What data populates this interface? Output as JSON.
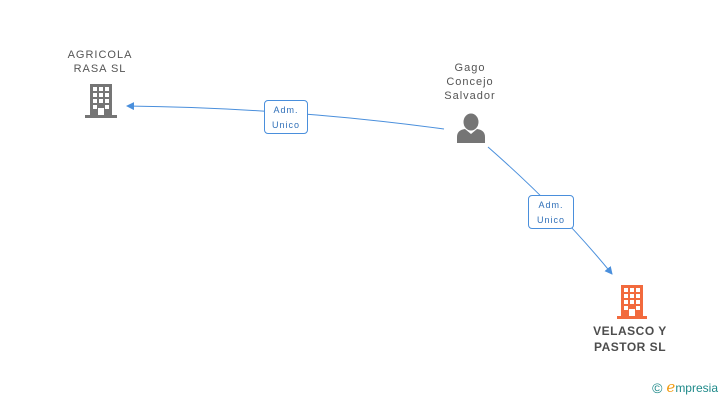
{
  "nodes": {
    "agricola": {
      "line1": "AGRICOLA",
      "line2": "RASA SL",
      "icon": "building-icon",
      "color": "#757575"
    },
    "gago": {
      "line1": "Gago",
      "line2": "Concejo",
      "line3": "Salvador",
      "icon": "person-icon",
      "color": "#757575"
    },
    "velasco": {
      "line1": "VELASCO Y",
      "line2": "PASTOR SL",
      "icon": "building-icon",
      "color": "#f26a3d"
    }
  },
  "edges": [
    {
      "from": "Gago Concejo Salvador",
      "to": "AGRICOLA RASA SL",
      "label_line1": "Adm.",
      "label_line2": "Unico"
    },
    {
      "from": "Gago Concejo Salvador",
      "to": "VELASCO Y PASTOR SL",
      "label_line1": "Adm.",
      "label_line2": "Unico"
    }
  ],
  "colors": {
    "edge": "#4a8fdc"
  },
  "brand": {
    "symbol": "©",
    "initial": "e",
    "name": "mpresia"
  }
}
